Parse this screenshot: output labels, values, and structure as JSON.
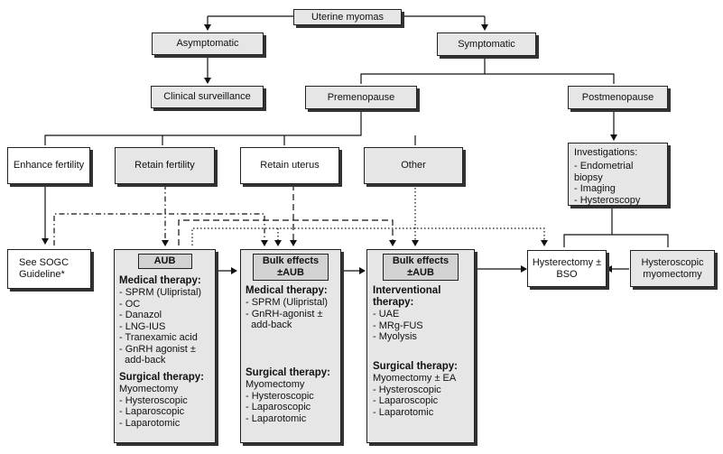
{
  "nodes": {
    "uterine_myomas": "Uterine myomas",
    "asymptomatic": "Asymptomatic",
    "symptomatic": "Symptomatic",
    "clinical_surveillance": "Clinical surveillance",
    "premenopause": "Premenopause",
    "postmenopause": "Postmenopause",
    "enhance_fertility": "Enhance fertility",
    "retain_fertility": "Retain fertility",
    "retain_uterus": "Retain uterus",
    "other": "Other",
    "investigations": {
      "title": "Investigations:",
      "items": [
        "- Endometrial biopsy",
        "- Imaging",
        "- Hysteroscopy"
      ]
    },
    "sogc": "See SOGC\nGuideline*",
    "hysterectomy_bso": "Hysterectomy ±\nBSO",
    "hysteroscopic_myomectomy": "Hysteroscopic\nmyomectomy"
  },
  "panels": {
    "aub": {
      "header": "AUB",
      "medical_title": "Medical therapy:",
      "medical_items": [
        "- SPRM (Ulipristal)",
        "- OC",
        "- Danazol",
        "- LNG-IUS",
        "- Tranexamic acid",
        "- GnRH agonist ±",
        "  add-back"
      ],
      "surgical_title": "Surgical therapy:",
      "surgical_sub": "Myomectomy",
      "surgical_items": [
        "- Hysteroscopic",
        "- Laparoscopic",
        "- Laparotomic"
      ]
    },
    "bulk_mid": {
      "header": "Bulk effects\n±AUB",
      "medical_title": "Medical therapy:",
      "medical_items": [
        "- SPRM (Ulipristal)",
        "- GnRH-agonist ±",
        "  add-back"
      ],
      "surgical_title": "Surgical therapy:",
      "surgical_sub": "Myomectomy",
      "surgical_items": [
        "- Hysteroscopic",
        "- Laparoscopic",
        "- Laparotomic"
      ]
    },
    "bulk_right": {
      "header": "Bulk effects\n±AUB",
      "interventional_title": "Interventional\ntherapy:",
      "interventional_items": [
        "- UAE",
        "- MRg-FUS",
        "- Myolysis"
      ],
      "surgical_title": "Surgical therapy:",
      "surgical_sub": "Myomectomy ± EA",
      "surgical_items": [
        "- Hysteroscopic",
        "- Laparoscopic",
        "- Laparotomic"
      ]
    }
  }
}
